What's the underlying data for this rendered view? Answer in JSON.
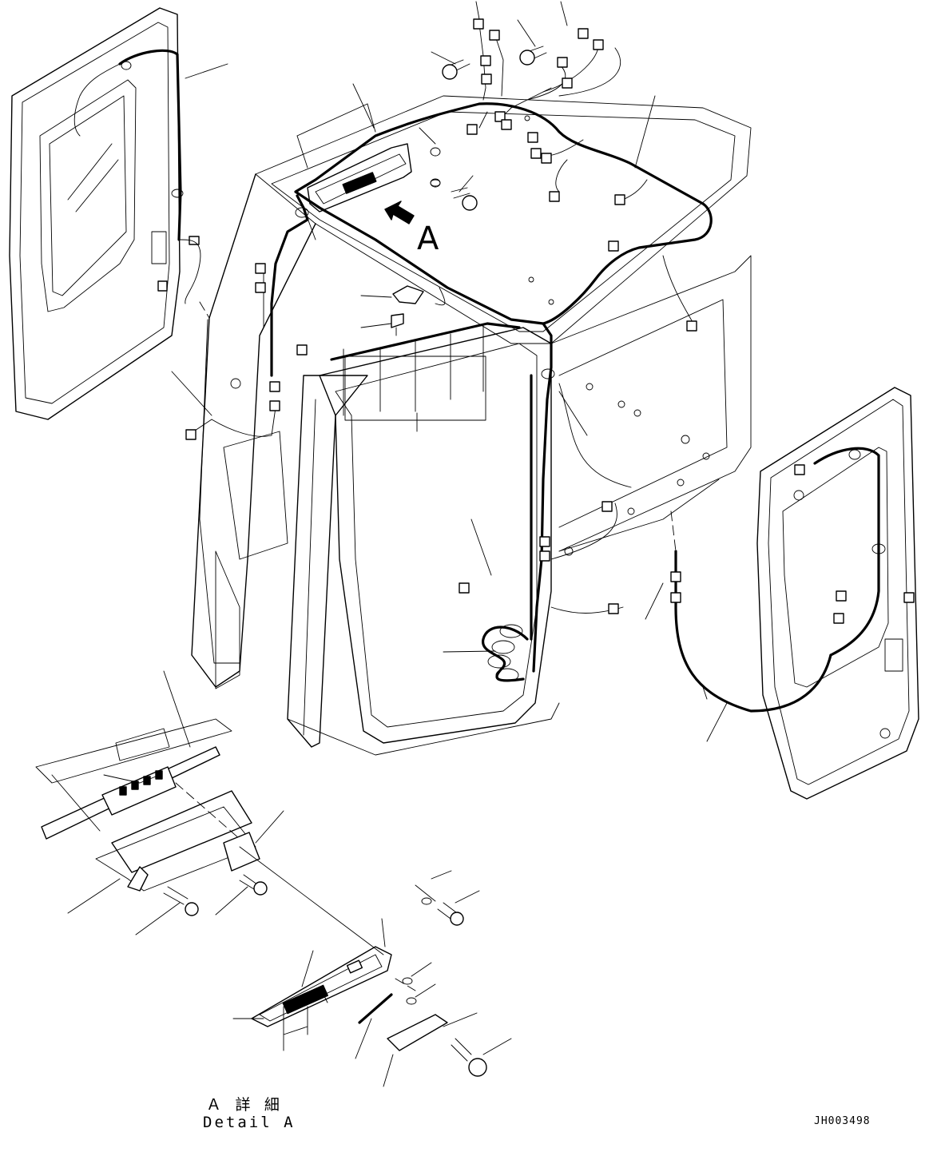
{
  "detail_marker": "A",
  "caption": {
    "japanese": "Ａ 詳 細",
    "english": "Detail A"
  },
  "drawing_number": "JH003498"
}
